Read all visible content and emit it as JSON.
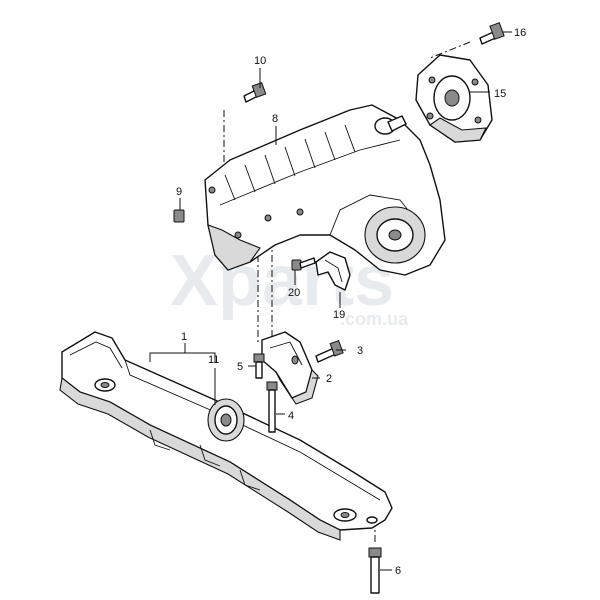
{
  "watermark": {
    "brand": "Xparts",
    "domain": ".com.ua"
  },
  "callouts": {
    "c1": "1",
    "c2": "2",
    "c3": "3",
    "c4": "4",
    "c5": "5",
    "c6": "6",
    "c8": "8",
    "c9": "9",
    "c10": "10",
    "c11": "11",
    "c15": "15",
    "c16": "16",
    "c19": "19",
    "c20": "20"
  },
  "colors": {
    "line": "#111111",
    "shade": "#d9d9d9",
    "watermark": "#d7dbe0"
  }
}
